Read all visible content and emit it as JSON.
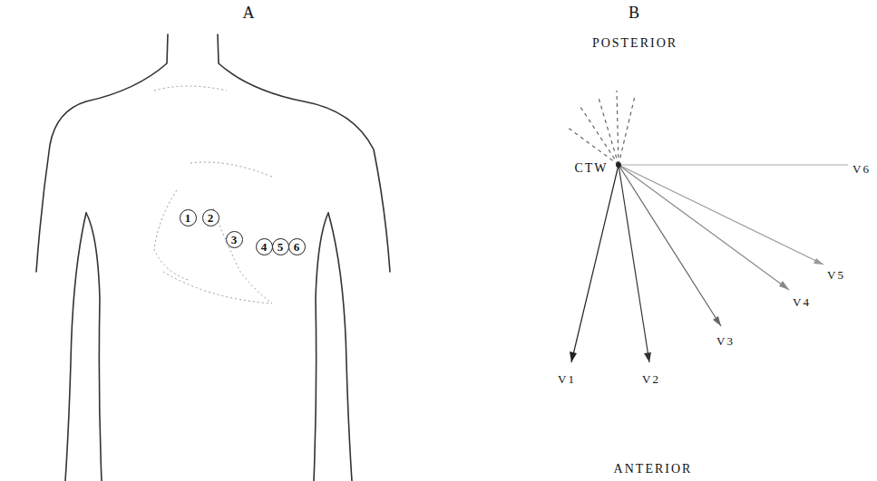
{
  "diagram": {
    "nodes": [
      {
        "text": [
          "1"
        ]
      },
      {
        "text": [
          "2"
        ]
      },
      {
        "text": [
          "3"
        ]
      },
      {
        "text": [
          "4"
        ]
      },
      {
        "text": [
          "5"
        ]
      },
      {
        "text": [
          "6"
        ]
      }
    ],
    "labels": [
      "A",
      "B",
      "POSTERIOR",
      "CTW",
      "V6",
      "V5",
      "V4",
      "V3",
      "V2",
      "V1",
      "ANTERIOR"
    ]
  }
}
